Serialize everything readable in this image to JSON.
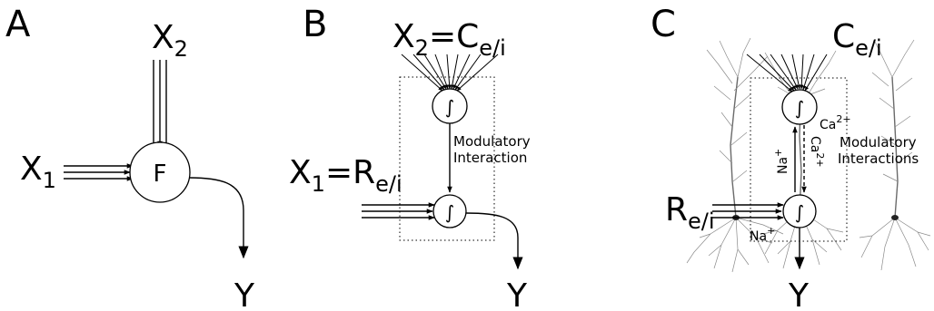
{
  "panels": {
    "a": {
      "letter": "A",
      "x1": "X",
      "x1_sub": "1",
      "x2": "X",
      "x2_sub": "2",
      "node": "F",
      "output": "Y"
    },
    "b": {
      "letter": "B",
      "top_label": "X",
      "top_sub": "2",
      "top_eq": "=C",
      "top_eq_sub": "e/i",
      "left_label": "X",
      "left_sub": "1",
      "left_eq": "=R",
      "left_eq_sub": "e/i",
      "integral": "∫",
      "mod_line1": "Modulatory",
      "mod_line2": "Interaction",
      "output": "Y"
    },
    "c": {
      "letter": "C",
      "top_label": "C",
      "top_sub": "e/i",
      "left_label": "R",
      "left_sub": "e/i",
      "integral": "∫",
      "ca_top": "Ca",
      "ca_top_sup": "2+",
      "ca_mid": "Ca",
      "ca_mid_sup": "2+",
      "na_mid": "Na",
      "na_mid_sup": "+",
      "na_bottom": "Na",
      "na_bottom_sup": "+",
      "mod_line1": "Modulatory",
      "mod_line2": "Interactions",
      "output": "Y"
    }
  }
}
